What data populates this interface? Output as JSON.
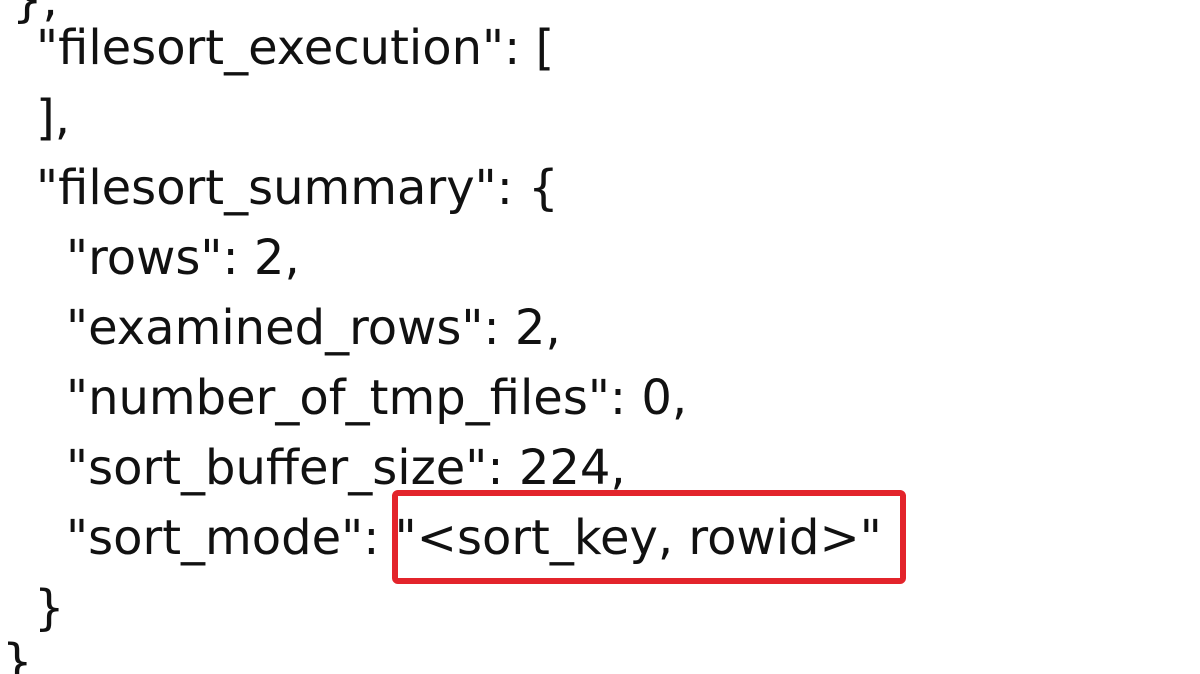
{
  "code": {
    "top_fragment": "},",
    "line_filesort_execution": "\"filesort_execution\": [",
    "line_execution_close": "],",
    "line_filesort_summary": "\"filesort_summary\": {",
    "line_rows": "\"rows\": 2,",
    "line_examined_rows": "\"examined_rows\": 2,",
    "line_number_of_tmp_files": "\"number_of_tmp_files\": 0,",
    "line_sort_buffer_size": "\"sort_buffer_size\": 224,",
    "sort_mode_key": "\"sort_mode\": ",
    "sort_mode_value": "\"<sort_key, rowid>\"",
    "line_summary_close": "}",
    "bottom_fragment": "}"
  },
  "highlight": {
    "color": "#e3242b",
    "target": "sort_mode_value"
  }
}
